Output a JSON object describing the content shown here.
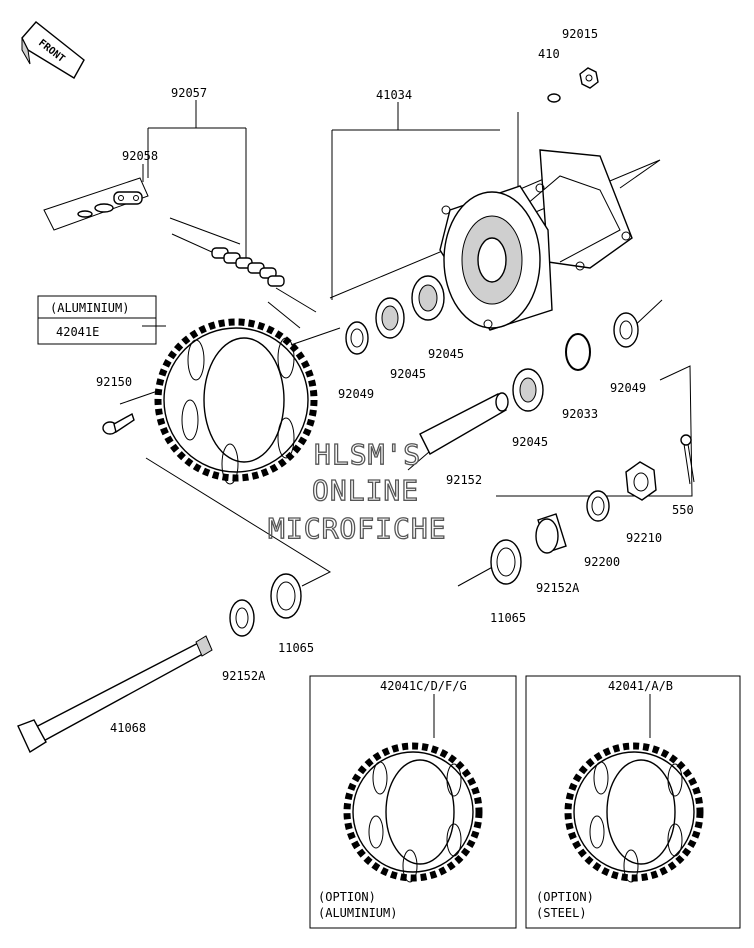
{
  "front_badge": "FRONT",
  "watermark": [
    "HLSM'S",
    "ONLINE",
    "MICROFICHE"
  ],
  "aluminium_box_label": "(ALUMINIUM)",
  "part_numbers": {
    "p92057": "92057",
    "p92058": "92058",
    "p41034": "41034",
    "p410": "410",
    "p92015": "92015",
    "p42041E": "42041E",
    "p92150": "92150",
    "p92049_left": "92049",
    "p92045_a": "92045",
    "p92045_b": "92045",
    "p92045_c": "92045",
    "p92033": "92033",
    "p92049_right": "92049",
    "p92152": "92152",
    "p550": "550",
    "p92210": "92210",
    "p92200": "92200",
    "p92152A_right": "92152A",
    "p11065_right": "11065",
    "p11065_left": "11065",
    "p92152A_left": "92152A",
    "p41068": "41068"
  },
  "option_panels": [
    {
      "part": "42041C/D/F/G",
      "line1": "(OPTION)",
      "line2": "(ALUMINIUM)"
    },
    {
      "part": "42041/A/B",
      "line1": "(OPTION)",
      "line2": "(STEEL)"
    }
  ]
}
